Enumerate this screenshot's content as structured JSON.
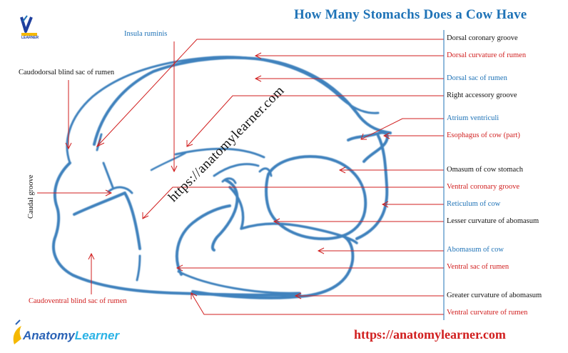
{
  "title": "How Many Stomachs Does a Cow Have",
  "watermark": "https://anatomylearner.com",
  "footer_url": "https://anatomylearner.com",
  "brand": {
    "part1": "Anatomy",
    "part2": "Learner",
    "logo_small_text": "LEARNER"
  },
  "labels": {
    "insula_ruminis": "Insula ruminis",
    "caudodorsal_blind_sac": "Caudodorsal blind sac of rumen",
    "caudal_groove": "Caudal groove",
    "caudoventral_blind_sac": "Caudoventral blind sac of rumen",
    "dorsal_coronary_groove": "Dorsal coronary groove",
    "dorsal_curvature_rumen": "Dorsal curvature of rumen",
    "dorsal_sac_rumen": "Dorsal sac of rumen",
    "right_accessory_groove": "Right accessory groove",
    "atrium_ventriculi": "Atrium ventriculi",
    "esophagus": "Esophagus of cow (part)",
    "omasum": "Omasum of cow stomach",
    "ventral_coronary_groove": "Ventral coronary groove",
    "reticulum": "Reticulum of cow",
    "lesser_curvature_abomasum": "Lesser curvature of abomasum",
    "abomasum": "Abomasum of cow",
    "ventral_sac_rumen": "Ventral sac of rumen",
    "greater_curvature_abomasum": "Greater curvature of abomasum",
    "ventral_curvature_rumen": "Ventral curvature of rumen"
  },
  "colors": {
    "blue_text": "#1f73b7",
    "red_text": "#d11f1f",
    "pointer_line": "#d11f1f",
    "outline": "#3f82bd"
  }
}
